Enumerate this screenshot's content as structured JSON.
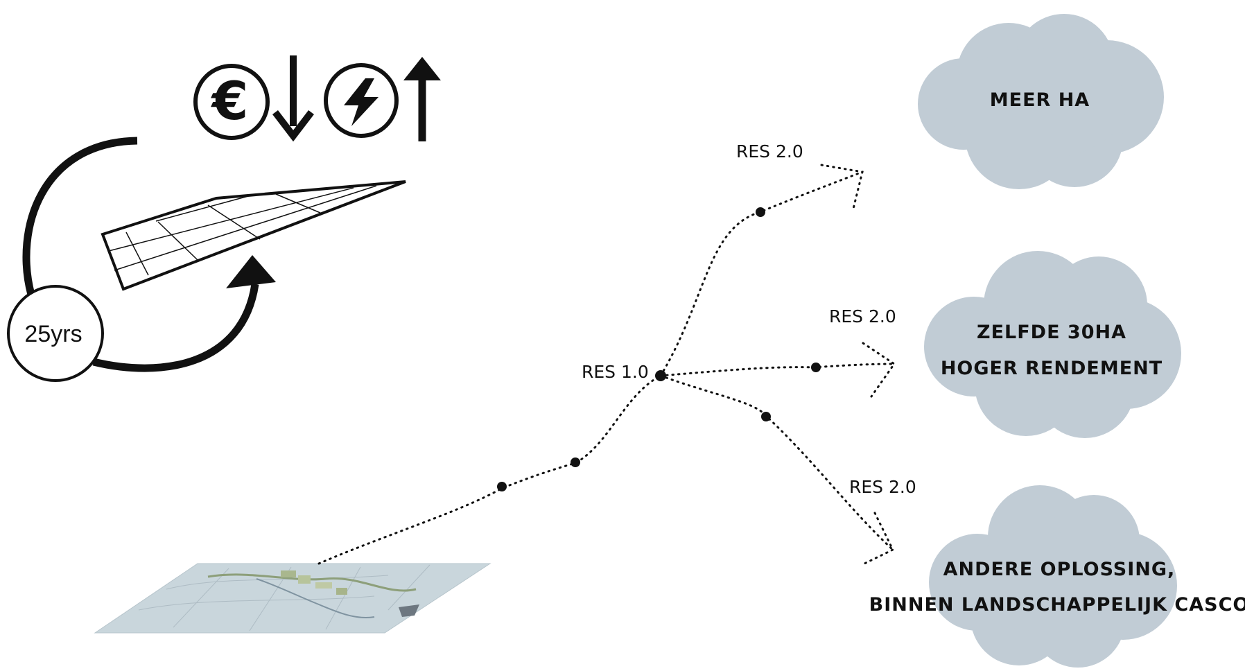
{
  "cycle": {
    "years_label": "25yrs",
    "icons": [
      "euro-icon",
      "arrow-down-icon",
      "lightning-icon",
      "arrow-up-icon"
    ]
  },
  "path": {
    "start_label": "RES 1.0",
    "branch_labels": [
      "RES 2.0",
      "RES 2.0",
      "RES 2.0"
    ]
  },
  "outcomes": [
    {
      "lines": [
        "MEER HA"
      ]
    },
    {
      "lines": [
        "ZELFDE 30HA",
        "HOGER RENDEMENT"
      ]
    },
    {
      "lines": [
        "ANDERE OPLOSSING,",
        "BINNEN LANDSCHAPPELIJK CASCO"
      ]
    }
  ],
  "colors": {
    "cloud": "#c1ccd5",
    "ink": "#111111",
    "map_base": "#c9d6dc"
  }
}
